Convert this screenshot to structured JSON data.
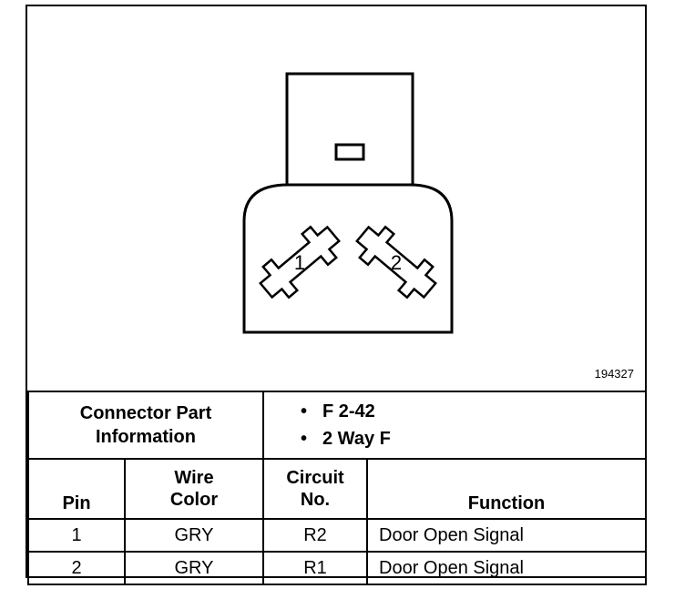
{
  "diagram": {
    "figure_id": "194327",
    "pin_labels": [
      "1",
      "2"
    ]
  },
  "connector_info": {
    "label_line1": "Connector Part",
    "label_line2": "Information",
    "values": [
      "F 2-42",
      "2 Way F"
    ]
  },
  "table": {
    "headers": {
      "pin": "Pin",
      "wire_color_line1": "Wire",
      "wire_color_line2": "Color",
      "circuit_line1": "Circuit",
      "circuit_line2": "No.",
      "function": "Function"
    },
    "rows": [
      {
        "pin": "1",
        "wire_color": "GRY",
        "circuit": "R2",
        "function": "Door Open Signal"
      },
      {
        "pin": "2",
        "wire_color": "GRY",
        "circuit": "R1",
        "function": "Door Open Signal"
      }
    ]
  }
}
